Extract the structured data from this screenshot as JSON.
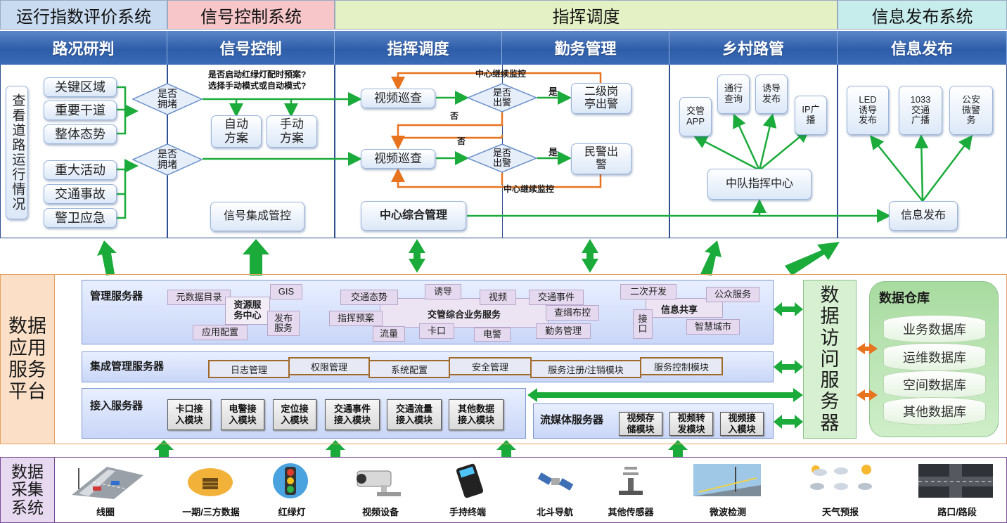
{
  "top_bar": {
    "sys1": "运行指数评价系统",
    "sys2": "信号控制系统",
    "sys3": "指挥调度",
    "sys4": "信息发布系统"
  },
  "headers": [
    "路况研判",
    "信号控制",
    "指挥调度",
    "勤务管理",
    "乡村路管",
    "信息发布"
  ],
  "col1": {
    "vertical": "查看道路运行情况",
    "items_top": [
      "关键区域",
      "重要干道",
      "整体态势"
    ],
    "items_bottom": [
      "重大活动",
      "交通事故",
      "警卫应急"
    ],
    "diamond_top": "是否\n拥堵",
    "diamond_bottom": "是否\n拥堵"
  },
  "col2": {
    "question": "是否启动红绿灯配时预案?\n选择手动模式或自动模式?",
    "auto": "自动\n方案",
    "manual": "手动\n方案",
    "integrated": "信号集成管控"
  },
  "col3": {
    "patrol1": "视频巡查",
    "patrol2": "视频巡查",
    "diamond1": "是否\n出警",
    "diamond2": "是否\n出警",
    "monitor_top": "中心继续监控",
    "monitor_bottom": "中心继续监控",
    "no1": "否",
    "no2": "否",
    "yes1": "是",
    "yes2": "是",
    "center": "中心综合管理"
  },
  "col4": {
    "post": "二级岗\n亭出警",
    "police": "民警出\n警"
  },
  "col5": {
    "items": [
      "交管\nAPP",
      "通行\n查询",
      "诱导\n发布",
      "IP广\n播"
    ],
    "center": "中队指挥中心"
  },
  "col6": {
    "items": [
      "LED\n诱导\n发布",
      "1033\n交通\n广播",
      "公安\n微警\n务"
    ],
    "publish": "信息发布"
  },
  "platform": {
    "label": "数据\n应用\n服务\n平台",
    "mgmt": {
      "title": "管理服务器",
      "resource_center": "资源服\n务中心",
      "business": "交管综合业务服务",
      "info_share": "信息共享",
      "tags": {
        "metadata": "元数据目录",
        "gis": "GIS",
        "release": "发布\n服务",
        "app_config": "应用配置",
        "traffic_state": "交通态势",
        "guide": "诱导",
        "video": "视频",
        "traffic_event": "交通事件",
        "command_plan": "指挥预案",
        "stop_control": "查缉布控",
        "flow": "流量",
        "checkpoint": "卡口",
        "e_police": "电警",
        "duty": "勤务管理",
        "secondary_dev": "二次开发",
        "public_service": "公众服务",
        "interface": "接\n口",
        "smart_city": "智慧城市"
      }
    },
    "integration": {
      "title": "集成管理服务器",
      "items": [
        "日志管理",
        "权限管理",
        "系统配置",
        "安全管理",
        "服务注册/注销模块",
        "服务控制模块"
      ]
    },
    "access": {
      "title": "接入服务器",
      "modules": [
        "卡口接\n入模块",
        "电警接\n入模块",
        "定位接\n入模块",
        "交通事件\n接入模块",
        "交通流量\n接入模块",
        "其他数据\n接入模块"
      ]
    },
    "streaming": {
      "title": "流媒体服务器",
      "modules": [
        "视频存\n储模块",
        "视频转\n发模块",
        "视频接\n入模块"
      ]
    },
    "data_access": "数\n据\n访\n问\n服\n务\n器",
    "warehouse": {
      "title": "数据仓库",
      "dbs": [
        "业务数据库",
        "运维数据库",
        "空间数据库",
        "其他数据库"
      ]
    }
  },
  "collection": {
    "label": "数据\n采集\n系统",
    "items": [
      "线圈",
      "一期/三方数据",
      "红绿灯",
      "视频设备",
      "手持终端",
      "北斗导航",
      "其他传感器",
      "微波检测",
      "天气预报",
      "路口/路段"
    ]
  },
  "colors": {
    "green_arrow": "#1aab3a",
    "orange_arrow": "#e8731f",
    "header_blue": "#2e5da8"
  }
}
